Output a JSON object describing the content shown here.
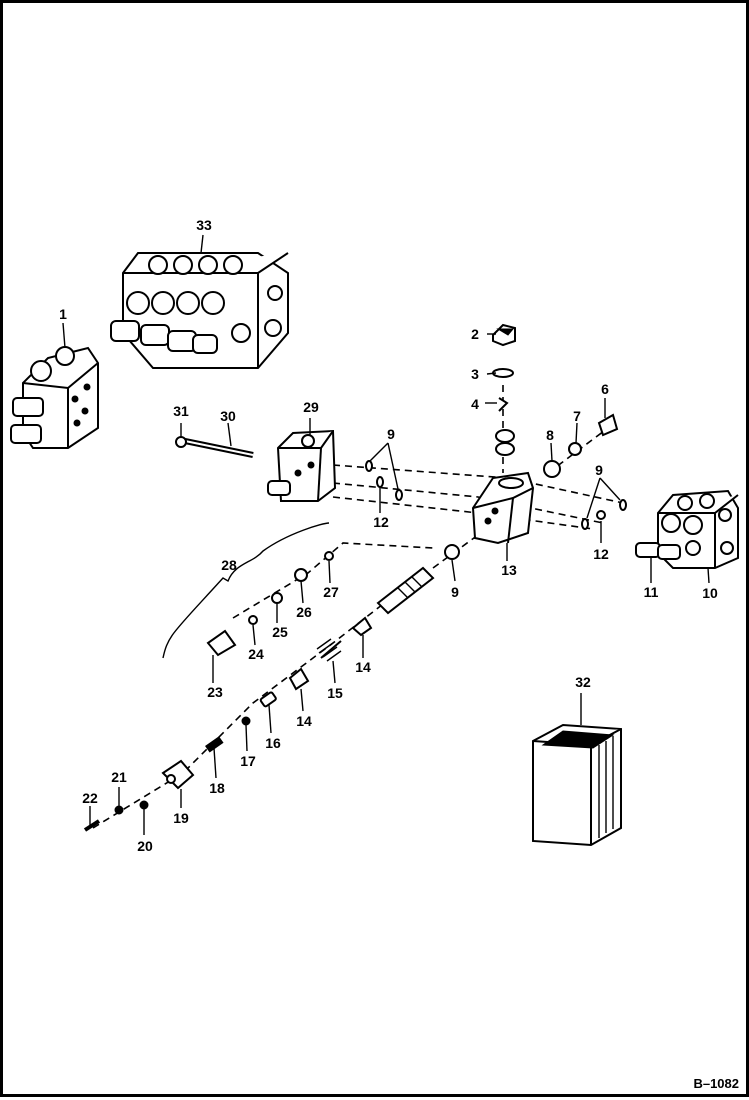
{
  "figure_id": "B–1082",
  "callouts": [
    {
      "id": "c1",
      "text": "1"
    },
    {
      "id": "c2",
      "text": "2"
    },
    {
      "id": "c3",
      "text": "3"
    },
    {
      "id": "c4",
      "text": "4"
    },
    {
      "id": "c6",
      "text": "6"
    },
    {
      "id": "c7",
      "text": "7"
    },
    {
      "id": "c8",
      "text": "8"
    },
    {
      "id": "c9a",
      "text": "9"
    },
    {
      "id": "c9b",
      "text": "9"
    },
    {
      "id": "c9c",
      "text": "9"
    },
    {
      "id": "c10",
      "text": "10"
    },
    {
      "id": "c11",
      "text": "11"
    },
    {
      "id": "c12a",
      "text": "12"
    },
    {
      "id": "c12b",
      "text": "12"
    },
    {
      "id": "c13",
      "text": "13"
    },
    {
      "id": "c14a",
      "text": "14"
    },
    {
      "id": "c14b",
      "text": "14"
    },
    {
      "id": "c15",
      "text": "15"
    },
    {
      "id": "c16",
      "text": "16"
    },
    {
      "id": "c17",
      "text": "17"
    },
    {
      "id": "c18",
      "text": "18"
    },
    {
      "id": "c19",
      "text": "19"
    },
    {
      "id": "c20",
      "text": "20"
    },
    {
      "id": "c21",
      "text": "21"
    },
    {
      "id": "c22",
      "text": "22"
    },
    {
      "id": "c23",
      "text": "23"
    },
    {
      "id": "c24",
      "text": "24"
    },
    {
      "id": "c25",
      "text": "25"
    },
    {
      "id": "c26",
      "text": "26"
    },
    {
      "id": "c27",
      "text": "27"
    },
    {
      "id": "c28",
      "text": "28"
    },
    {
      "id": "c29",
      "text": "29"
    },
    {
      "id": "c30",
      "text": "30"
    },
    {
      "id": "c31",
      "text": "31"
    },
    {
      "id": "c32",
      "text": "32"
    },
    {
      "id": "c33",
      "text": "33"
    }
  ]
}
